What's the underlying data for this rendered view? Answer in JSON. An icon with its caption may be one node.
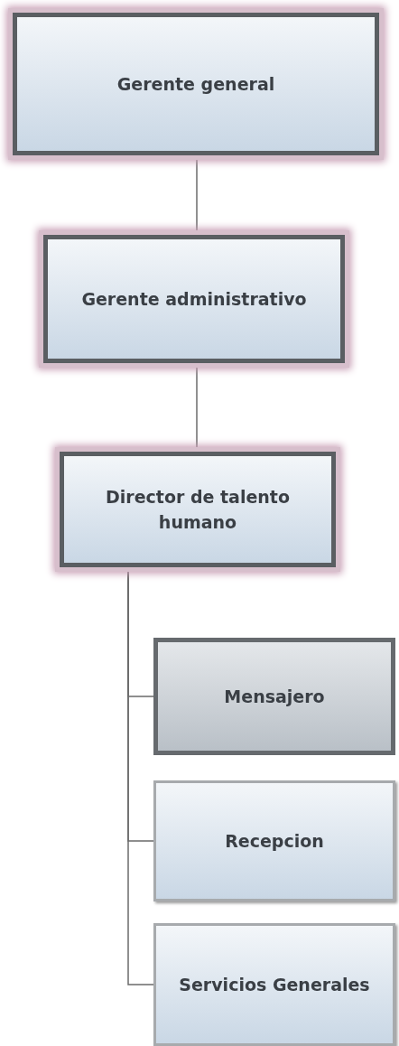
{
  "diagram": {
    "nodes": [
      {
        "text": [
          "Gerente general"
        ]
      },
      {
        "text": [
          "Gerente administrativo"
        ]
      },
      {
        "text": [
          "Director de talento humano"
        ]
      },
      {
        "text": [
          "Mensajero"
        ]
      },
      {
        "text": [
          "Recepcion"
        ]
      },
      {
        "text": [
          "Servicios Generales"
        ]
      }
    ],
    "edges": [
      {
        "from": 0,
        "to": 1,
        "arrow": "none"
      },
      {
        "from": 1,
        "to": 2,
        "arrow": "none"
      },
      {
        "from": 2,
        "to": 3,
        "arrow": "none"
      },
      {
        "from": 2,
        "to": 4,
        "arrow": "none"
      },
      {
        "from": 2,
        "to": 5,
        "arrow": "none"
      }
    ]
  }
}
